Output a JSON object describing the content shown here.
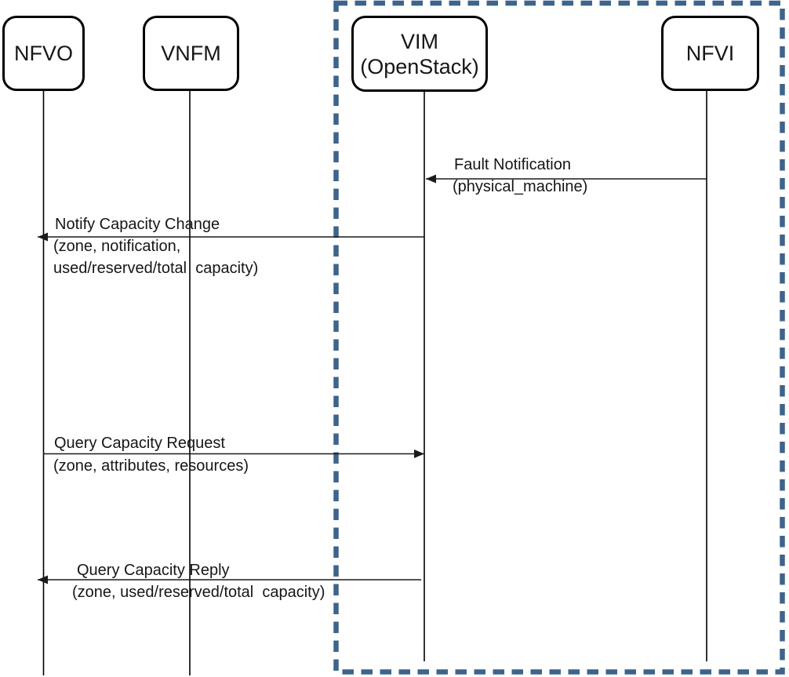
{
  "diagram": {
    "type": "sequence-diagram",
    "highlight_border_color": "#3e648c",
    "line_color": "#1a1a1a",
    "actors": [
      {
        "label": "NFVO"
      },
      {
        "label": "VNFM"
      },
      {
        "label": "VIM",
        "sublabel": "(OpenStack)"
      },
      {
        "label": "NFVI"
      }
    ],
    "highlight_box_contains": [
      "VIM (OpenStack)",
      "NFVI"
    ],
    "messages": [
      {
        "title": "Fault Notification",
        "line2": "(physical_machine)",
        "from": "NFVI",
        "to": "VIM"
      },
      {
        "title": "Notify Capacity Change",
        "line2": "(zone, notification,",
        "line3": "used/reserved/total  capacity)",
        "from": "VIM",
        "to": "NFVO"
      },
      {
        "title": "Query Capacity Request",
        "line2": "(zone, attributes, resources)",
        "from": "NFVO",
        "to": "VIM"
      },
      {
        "title": "Query Capacity Reply",
        "line2": "(zone, used/reserved/total  capacity)",
        "from": "VIM",
        "to": "NFVO"
      }
    ]
  }
}
